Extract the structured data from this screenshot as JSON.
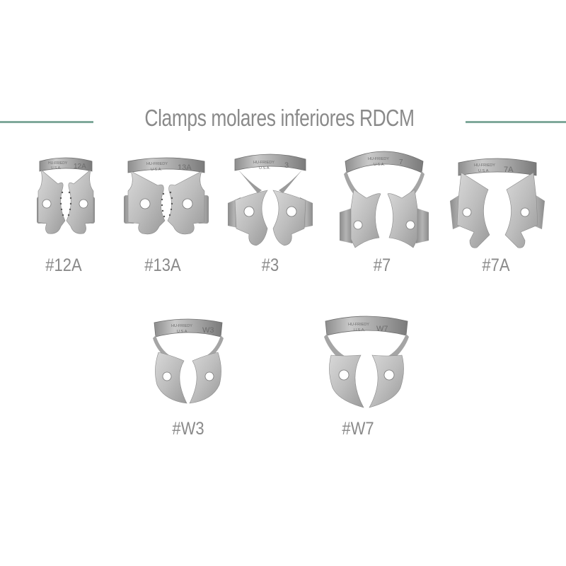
{
  "header": {
    "title": "Clamps molares inferiores RDCM",
    "rule_color": "#7fa89a",
    "text_color": "#8a8a8a"
  },
  "clamps": [
    {
      "label": "#12A",
      "stamp_brand": "HU-FRIEDY",
      "stamp_origin": "U.S.A.",
      "stamp_model": "12A",
      "serrated": true
    },
    {
      "label": "#13A",
      "stamp_brand": "HU-FRIEDY",
      "stamp_origin": "U.S.A.",
      "stamp_model": "13A",
      "serrated": true
    },
    {
      "label": "#3",
      "stamp_brand": "HU-FRIEDY",
      "stamp_origin": "U.S.A.",
      "stamp_model": "3",
      "serrated": false
    },
    {
      "label": "#7",
      "stamp_brand": "HU-FRIEDY",
      "stamp_origin": "U.S.A.",
      "stamp_model": "7",
      "serrated": false
    },
    {
      "label": "#7A",
      "stamp_brand": "HU-FRIEDY",
      "stamp_origin": "U.S.A.",
      "stamp_model": "7A",
      "serrated": false
    },
    {
      "label": "#W3",
      "stamp_brand": "HU-FRIEDY",
      "stamp_origin": "U.S.A.",
      "stamp_model": "W3",
      "serrated": false
    },
    {
      "label": "#W7",
      "stamp_brand": "HU-FRIEDY",
      "stamp_origin": "U.S.A.",
      "stamp_model": "W7",
      "serrated": false
    }
  ]
}
